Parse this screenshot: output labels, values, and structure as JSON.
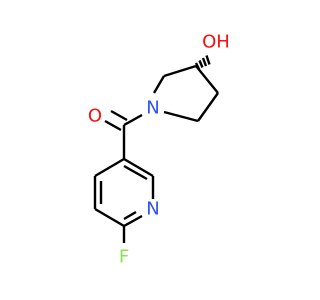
{
  "atoms": {
    "oxygen_carbonyl": {
      "symbol": "O",
      "color": "#ff0d0d"
    },
    "nitrogen_pyrrolidine": {
      "symbol": "N",
      "color": "#3050f8"
    },
    "hydroxyl": {
      "symbol": "OH",
      "color": "#ff0d0d"
    },
    "nitrogen_pyridine": {
      "symbol": "N",
      "color": "#3050f8"
    },
    "fluorine": {
      "symbol": "F",
      "color": "#90e050"
    }
  },
  "bond_color": "#000000"
}
